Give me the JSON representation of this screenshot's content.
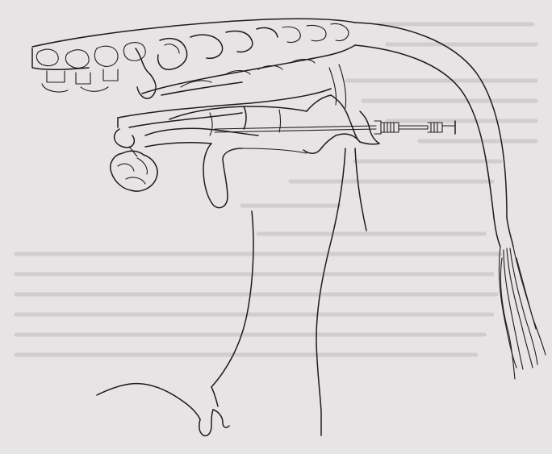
{
  "figure": {
    "background_color": "#e6e4e4",
    "ink_color": "#1d1b1c",
    "bleed_through_color": "#cfcdcd",
    "structures": [
      "spine-vertebrae",
      "rectum",
      "cervix",
      "uterine-horn",
      "ovary",
      "vagina",
      "vulva",
      "tail",
      "tail-switch",
      "insemination-pipette",
      "abdomen-outline",
      "udder",
      "hind-leg-outline"
    ]
  }
}
